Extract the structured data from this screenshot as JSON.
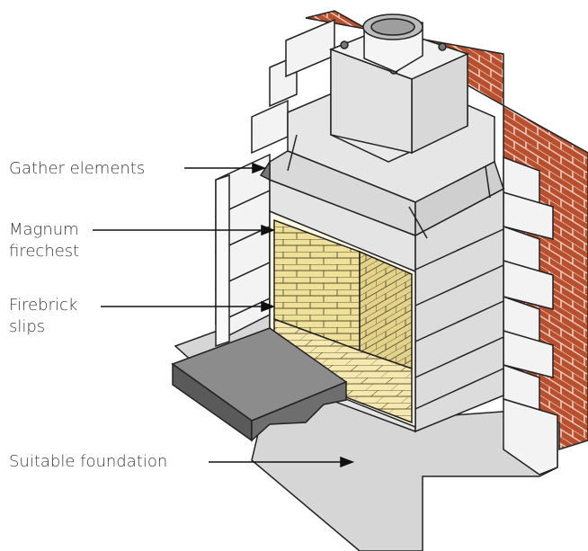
{
  "labels": {
    "gather": "Gather elements",
    "magnum_line1": "Magnum",
    "magnum_line2": "firechest",
    "firebrick_line1": "Firebrick",
    "firebrick_line2": "slips",
    "foundation": "Suitable foundation"
  },
  "colors": {
    "brick": "#b8502f",
    "block": "#f2f2f2",
    "concrete": "#d8d8d8",
    "hearth": "#8a8a8a",
    "firebrick": "#f2e3a4",
    "outline": "#222222"
  }
}
